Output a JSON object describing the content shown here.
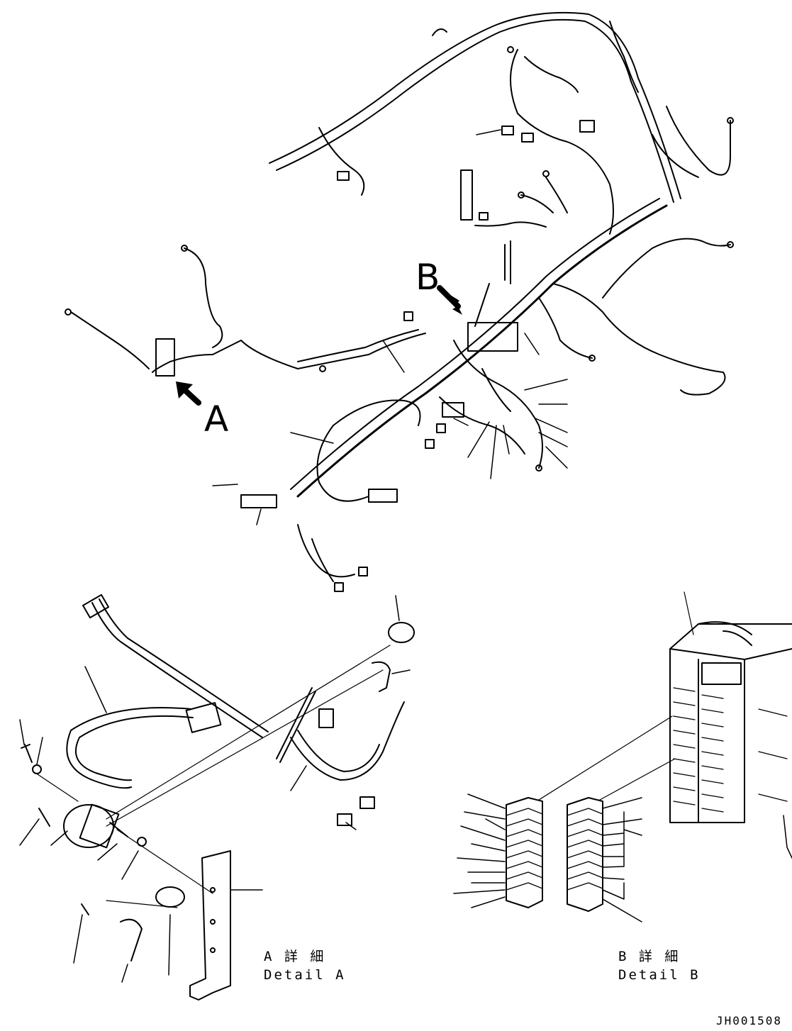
{
  "view_labels": {
    "a": "A",
    "b": "B"
  },
  "details": {
    "a": {
      "jp": "A 詳 細",
      "en": "Detail A"
    },
    "b": {
      "jp": "B 詳 細",
      "en": "Detail B"
    }
  },
  "drawing_code": "JH001508",
  "colors": {
    "line": "#000000",
    "background": "#ffffff"
  }
}
